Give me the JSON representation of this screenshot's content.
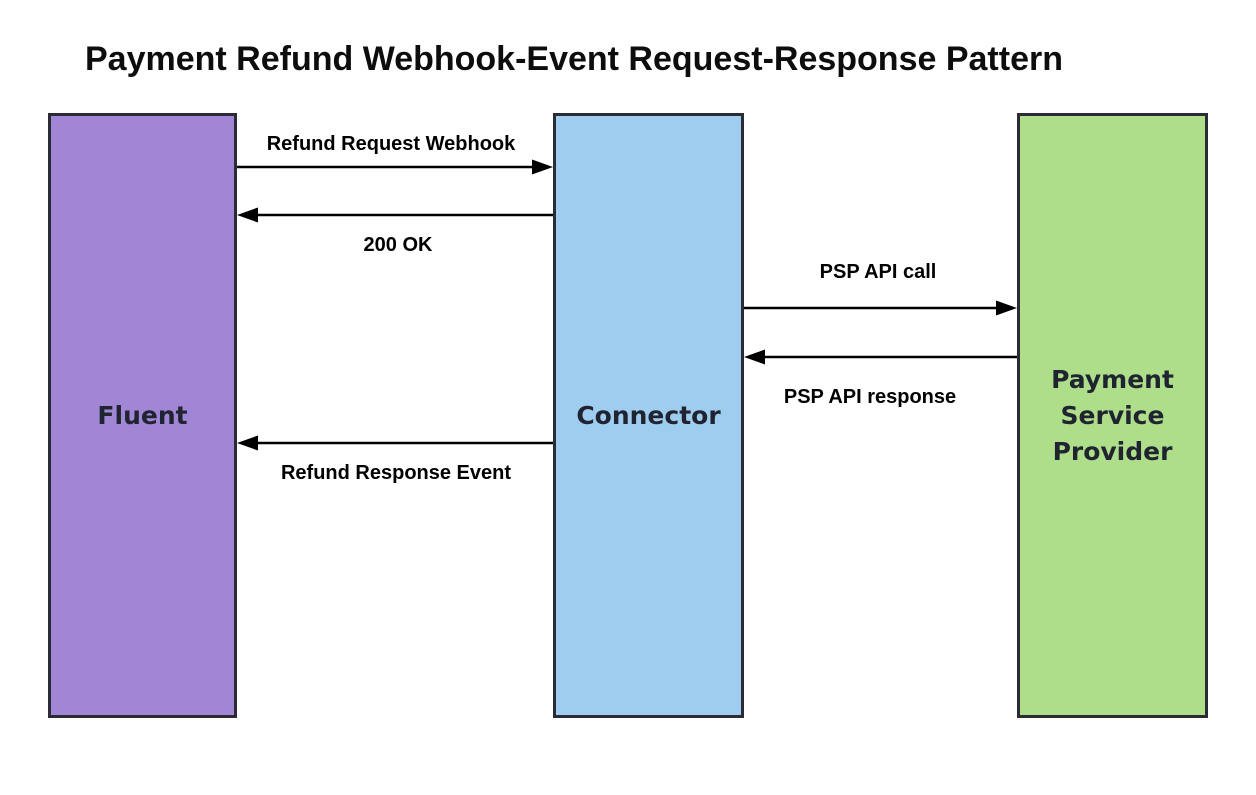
{
  "title": "Payment Refund Webhook-Event Request-Response Pattern",
  "colors": {
    "background": "#ffffff",
    "fluent_fill": "#a286d6",
    "connector_fill": "#9fcdf0",
    "psp_fill": "#aede8a",
    "box_border": "#2b2b35",
    "box_label_text": "#1f2430",
    "arrow_color": "#000000",
    "title_text": "#0d0d0d"
  },
  "boxes": {
    "fluent": {
      "label": "Fluent"
    },
    "connector": {
      "label": "Connector"
    },
    "psp": {
      "label": "Payment Service Provider"
    }
  },
  "arrows": [
    {
      "label": "Refund Request Webhook",
      "from": "Fluent",
      "to": "Connector",
      "direction": "right"
    },
    {
      "label": "200 OK",
      "from": "Connector",
      "to": "Fluent",
      "direction": "left"
    },
    {
      "label": "PSP API call",
      "from": "Connector",
      "to": "Payment Service Provider",
      "direction": "right"
    },
    {
      "label": "PSP API response",
      "from": "Payment Service Provider",
      "to": "Connector",
      "direction": "left"
    },
    {
      "label": "Refund Response Event",
      "from": "Connector",
      "to": "Fluent",
      "direction": "left"
    }
  ]
}
